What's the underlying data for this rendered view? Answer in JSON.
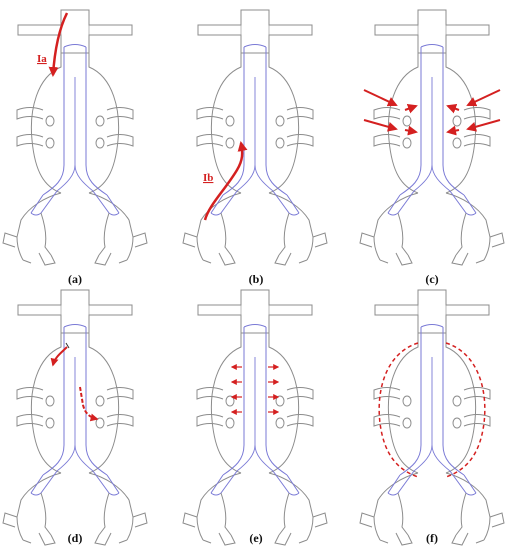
{
  "panels": [
    {
      "id": "a",
      "caption": "(a)",
      "labels": [
        "Ia"
      ]
    },
    {
      "id": "b",
      "caption": "(b)",
      "labels": [
        "Ib"
      ]
    },
    {
      "id": "c",
      "caption": "(c)",
      "labels": []
    },
    {
      "id": "d",
      "caption": "(d)",
      "labels": []
    },
    {
      "id": "e",
      "caption": "(e)",
      "labels": []
    },
    {
      "id": "f",
      "caption": "(f)",
      "labels": []
    }
  ],
  "colors": {
    "outline": "#8c8c8c",
    "graft": "#7a7ad6",
    "arrow": "#d42020"
  }
}
